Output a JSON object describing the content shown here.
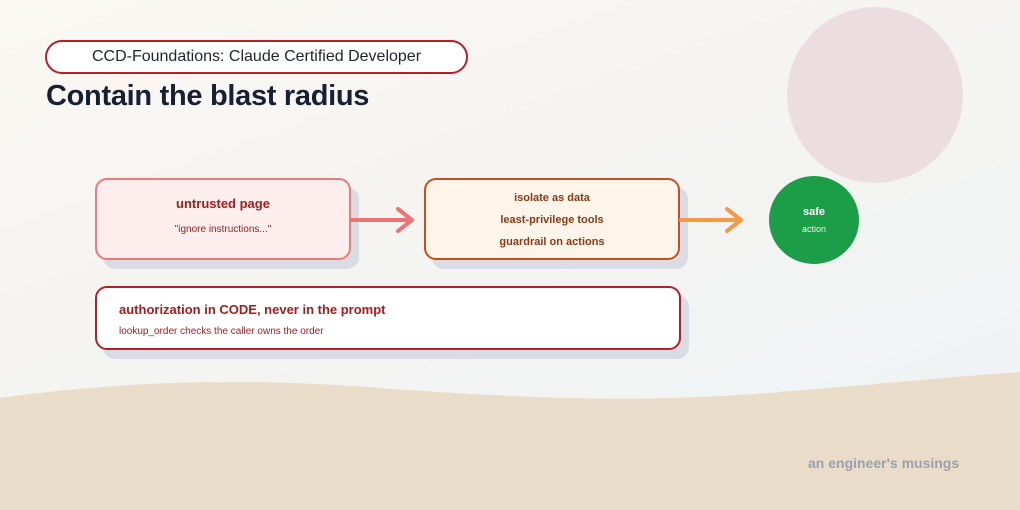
{
  "header": {
    "pill_label": "CCD-Foundations: Claude Certified Developer",
    "title": "Contain the blast radius"
  },
  "flow": {
    "untrusted": {
      "heading": "untrusted page",
      "quote": "\"ignore instructions...\""
    },
    "mitigations": [
      "isolate as data",
      "least-privilege tools",
      "guardrail on actions"
    ],
    "outcome": {
      "heading": "safe",
      "subheading": "action"
    }
  },
  "authorization": {
    "heading": "authorization in CODE, never in the prompt",
    "detail": "lookup_order checks the caller owns the order"
  },
  "footer": {
    "signature": "an engineer's musings"
  },
  "colors": {
    "accent_red": "#b3202a",
    "untrusted_fill": "#fdeeee",
    "mitigation_fill": "#fdf4ea",
    "safe_green": "#1b9e47",
    "arrow_red": "#ee7474",
    "arrow_orange": "#f29a45",
    "sand": "#e9dcc8",
    "circle": "#ecdde1"
  }
}
